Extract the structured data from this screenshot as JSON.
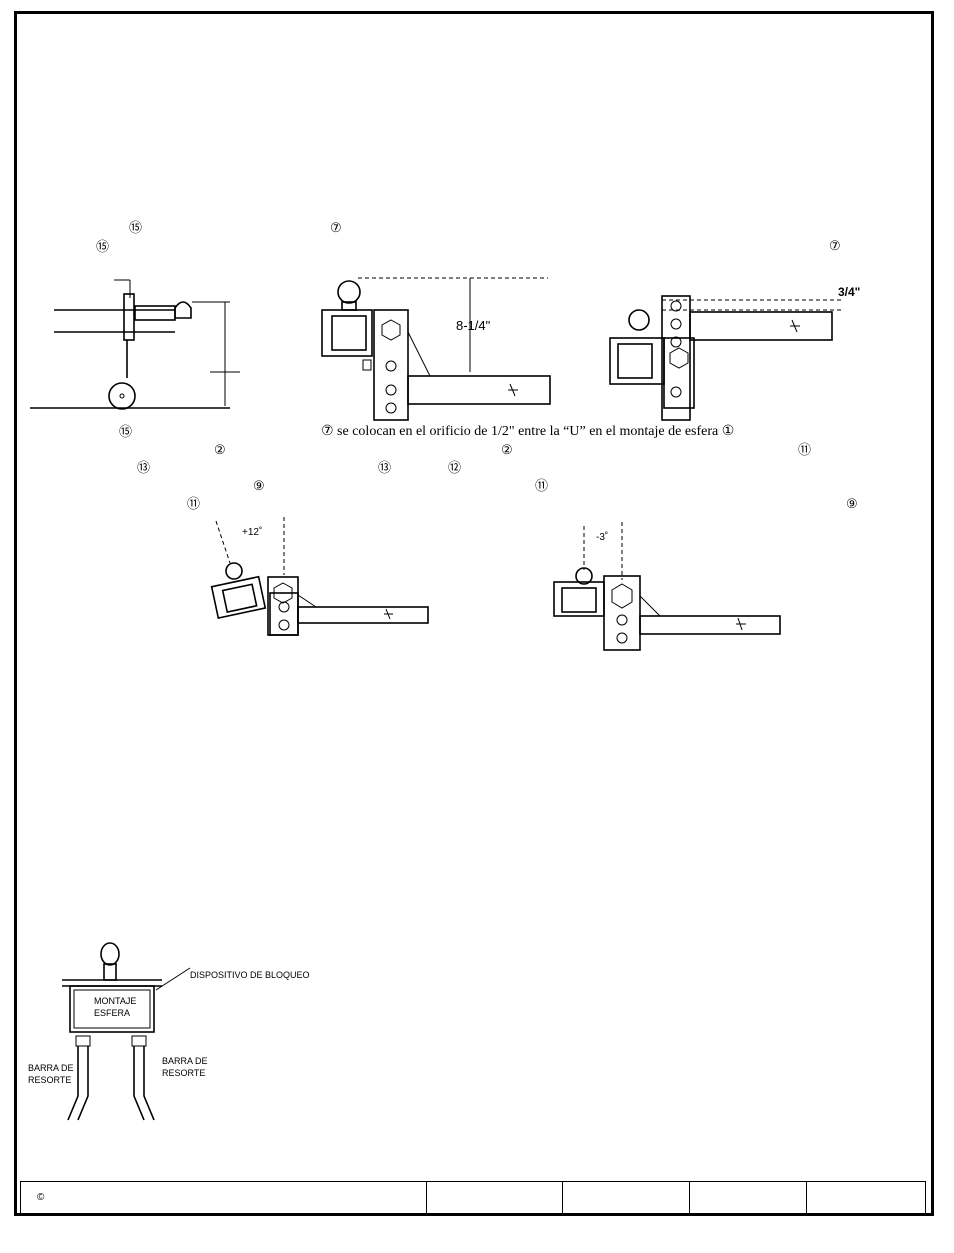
{
  "markers": {
    "m15a": "⑮",
    "m7a": "⑦",
    "m15b": "⑮",
    "m7b": "⑦",
    "m15c": "⑮",
    "m2a": "②",
    "m2b": "②",
    "m11a": "⑪",
    "m13a": "⑬",
    "m13b": "⑬",
    "m12a": "⑫",
    "m9a": "⑨",
    "m11b": "⑪",
    "m11c": "⑪",
    "m9b": "⑨"
  },
  "text": {
    "sentence": "⑦ se colocan en el orificio de 1/2\" entre la “U” en el montaje de esfera ①"
  },
  "figures": {
    "dim_height": "8-1/4\"",
    "dim_offset": "3/4\"",
    "tilt_up": "+12˚",
    "tilt_down": "-3˚",
    "lock_device": "DISPOSITIVO DE BLOQUEO",
    "ball_mount": "MONTAJE ESFERA",
    "spring_bar_left": "BARRA DE RESORTE",
    "spring_bar_right": "BARRA DE RESORTE"
  },
  "footer": {
    "copyright": "©"
  }
}
